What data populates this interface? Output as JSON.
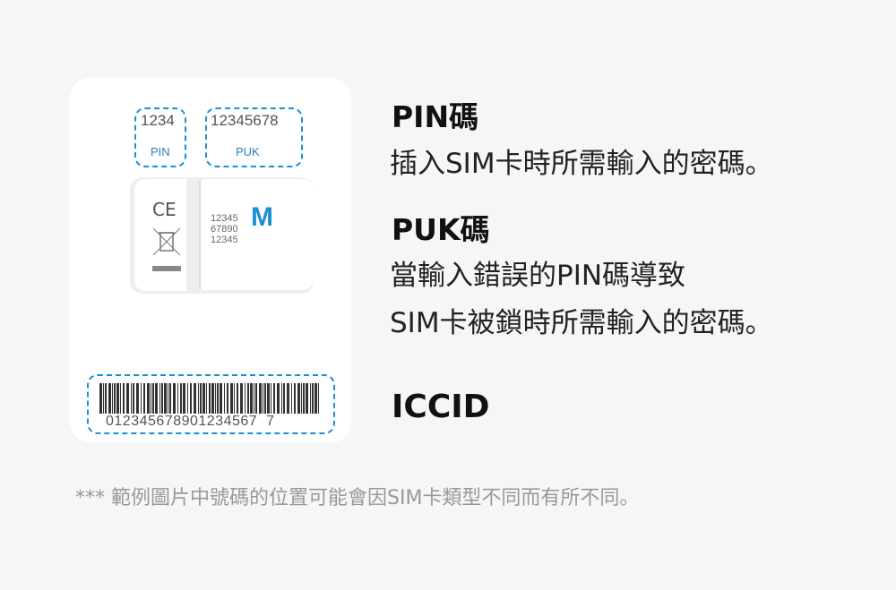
{
  "card": {
    "pin_value": "1234",
    "pin_label": "PIN",
    "puk_value": "12345678",
    "puk_label": "PUK",
    "ce_mark": "CE",
    "sim_numbers": [
      "12345",
      "67890",
      "12345"
    ],
    "logo": "M",
    "iccid_number": "012345678901234567  7"
  },
  "info": {
    "pin_title": "PIN碼",
    "pin_desc": "插入SIM卡時所需輸入的密碼。",
    "puk_title": "PUK碼",
    "puk_desc_1": "當輸入錯誤的PIN碼導致",
    "puk_desc_2": "SIM卡被鎖時所需輸入的密碼。",
    "iccid_title": "ICCID"
  },
  "footnote": "*** 範例圖片中號碼的位置可能會因SIM卡類型不同而有所不同。",
  "colors": {
    "accent": "#1b8fd6",
    "background": "#f6f6f6"
  }
}
